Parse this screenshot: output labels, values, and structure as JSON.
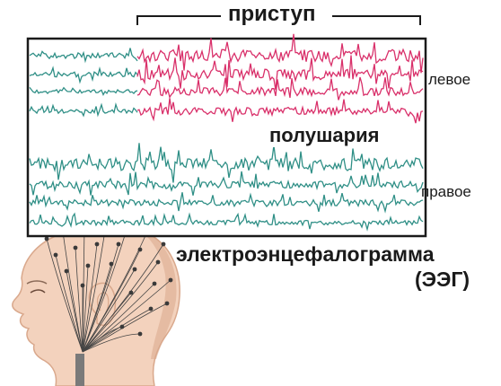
{
  "labels": {
    "seizure": "приступ",
    "hemispheres": "полушария",
    "left": "левое",
    "right": "правое",
    "eeg": "электроэнцефалограмма",
    "eeg_abbr": "(ЭЭГ)"
  },
  "colors": {
    "normal_trace": "#2f8f86",
    "seizure_trace": "#d9306a",
    "frame": "#1a1a1a",
    "skin": "#f3d2bd",
    "skin_shade": "#d9a88c",
    "electrode": "#3a3a3a",
    "wire": "#444444",
    "connector": "#7a7a7a"
  },
  "icons": {
    "head": "head-with-electrodes-icon",
    "bracket": "seizure-bracket-icon"
  }
}
